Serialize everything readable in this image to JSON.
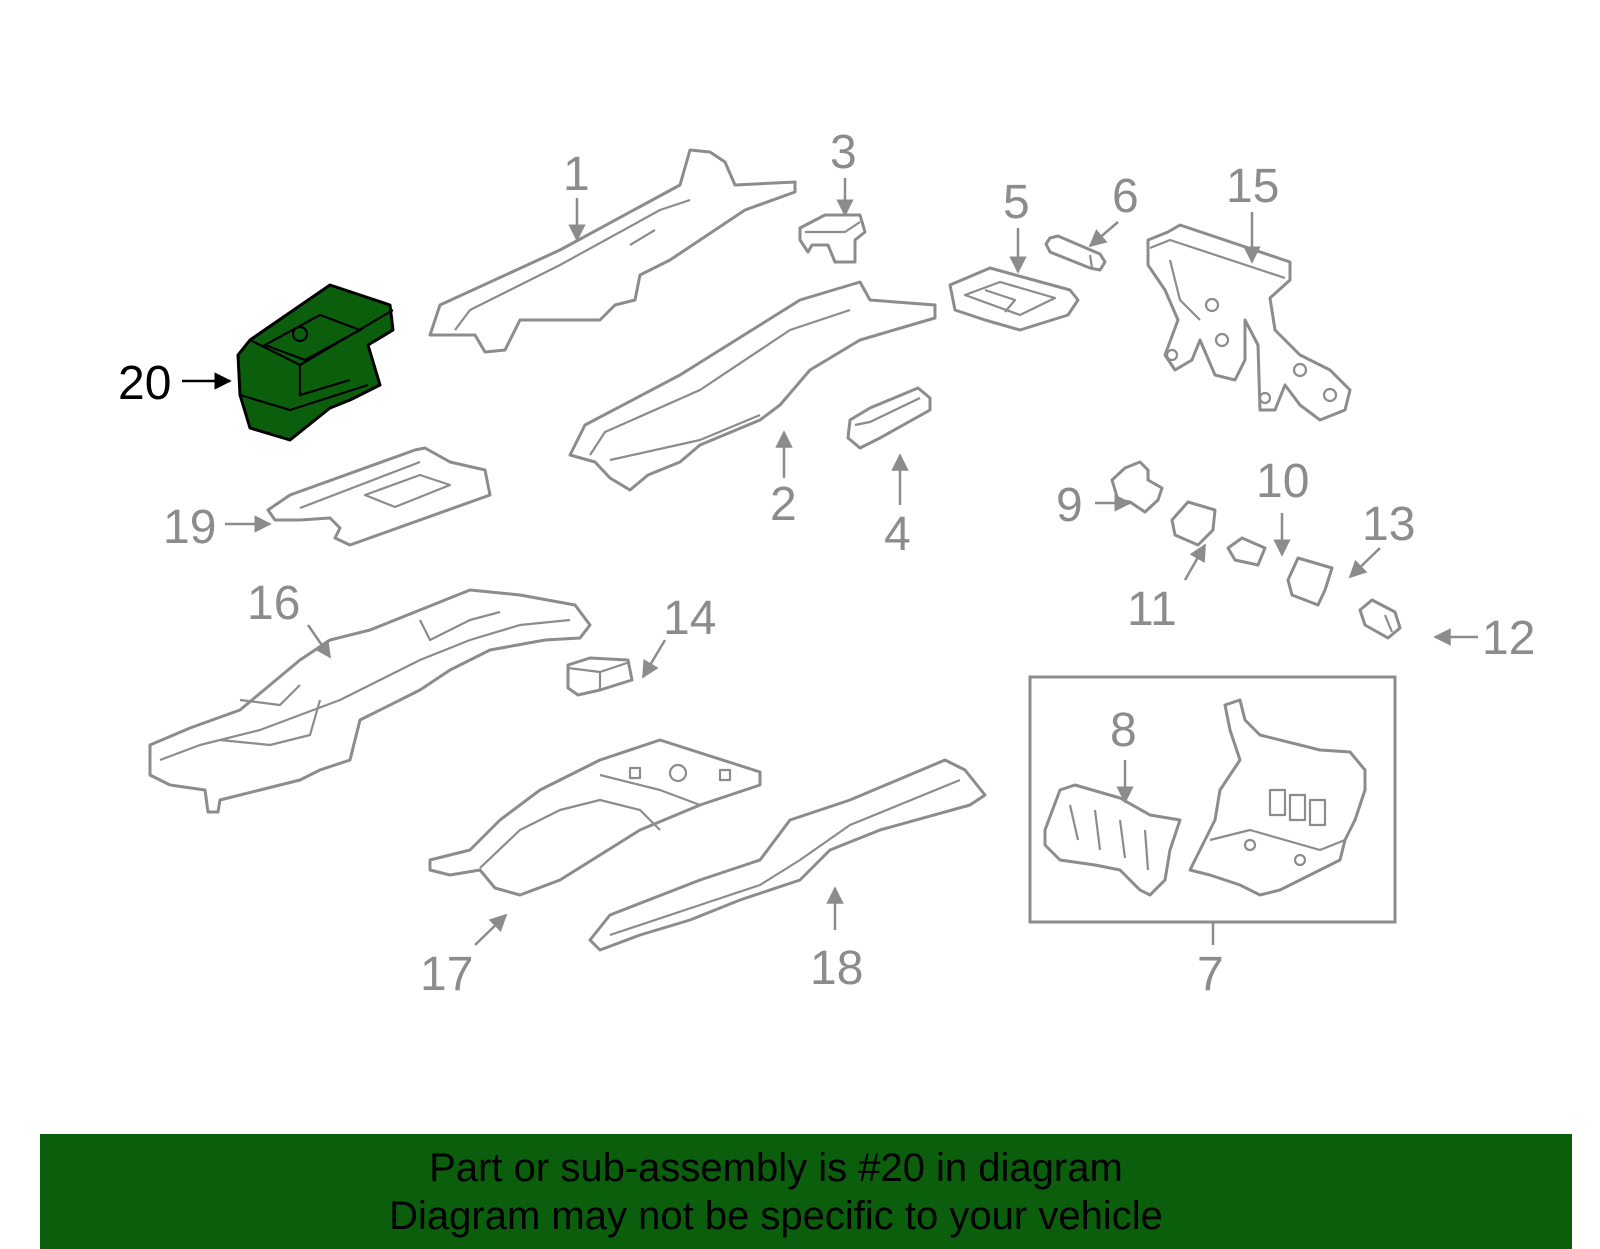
{
  "highlight_color": "#0b5e0b",
  "line_color": "#8c8c8c",
  "callouts": {
    "c1": "1",
    "c2": "2",
    "c3": "3",
    "c4": "4",
    "c5": "5",
    "c6": "6",
    "c7": "7",
    "c8": "8",
    "c9": "9",
    "c10": "10",
    "c11": "11",
    "c12": "12",
    "c13": "13",
    "c14": "14",
    "c15": "15",
    "c16": "16",
    "c17": "17",
    "c18": "18",
    "c19": "19",
    "c20": "20"
  },
  "highlighted_part": "20",
  "banner": {
    "line1": "Part or sub-assembly is #20 in diagram",
    "line2": "Diagram may not be specific to your vehicle"
  }
}
